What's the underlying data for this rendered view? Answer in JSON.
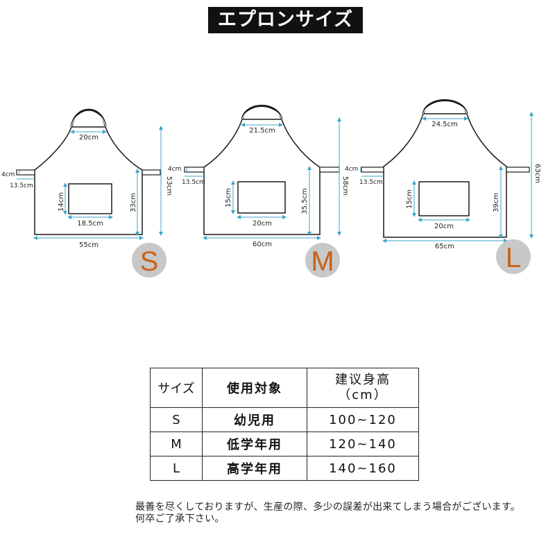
{
  "title": "エプロンサイズ表",
  "aprons": [
    {
      "size": "S",
      "labels": {
        "neck": "20cm",
        "strap_h": "4cm",
        "strap_w": "13.5cm",
        "pocket_h": "14cm",
        "pocket_w": "18.5cm",
        "side_h": "33cm",
        "total_h": "53cm",
        "width": "55cm"
      }
    },
    {
      "size": "M",
      "labels": {
        "neck": "21.5cm",
        "strap_h": "4cm",
        "strap_w": "13.5cm",
        "pocket_h": "15cm",
        "pocket_w": "20cm",
        "side_h": "35.5cm",
        "total_h": "58cm",
        "width": "60cm"
      }
    },
    {
      "size": "L",
      "labels": {
        "neck": "24.5cm",
        "strap_h": "4cm",
        "strap_w": "13.5cm",
        "pocket_h": "15cm",
        "pocket_w": "20cm",
        "side_h": "39cm",
        "total_h": "63cm",
        "width": "65cm"
      }
    }
  ],
  "colors": {
    "dimension_line": "#3aa6c9",
    "badge_bg": "#c8c8c8",
    "badge_text": "#c8611b",
    "outline": "#1a1a1a"
  },
  "table": {
    "header": {
      "size": "サイズ",
      "target": "使用対象",
      "height_line1": "建议身高",
      "height_line2": "（cm）"
    },
    "rows": [
      {
        "size": "S",
        "target": "幼児用",
        "height": "100~120"
      },
      {
        "size": "M",
        "target": "低学年用",
        "height": "120~140"
      },
      {
        "size": "L",
        "target": "高学年用",
        "height": "140~160"
      }
    ]
  },
  "note": "最善を尽くしておりますが、生産の際、多少の誤差が出来てしまう場合がございます。何卒ご了承下さい。"
}
